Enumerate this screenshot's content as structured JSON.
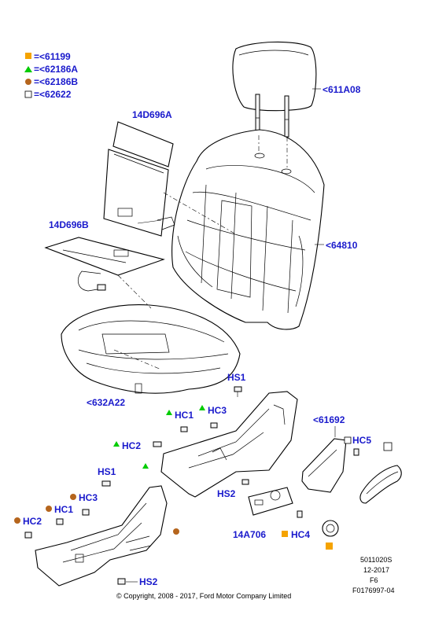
{
  "legend": [
    {
      "marker": "square-orange",
      "text": "=<61199"
    },
    {
      "marker": "triangle-green",
      "text": "=<62186A"
    },
    {
      "marker": "circle-brown",
      "text": "=<62186B"
    },
    {
      "marker": "square-white",
      "text": "=<62622"
    }
  ],
  "labels": {
    "headrest": "<611A08",
    "pad_upper": "14D696A",
    "pad_lower": "14D696B",
    "back_frame": "<64810",
    "cushion": "<632A22",
    "hs1_top": "HS1",
    "hc1_top": "HC1",
    "hc3_top": "HC3",
    "hc2_top": "HC2",
    "shield_right": "<61692",
    "hc5": "HC5",
    "hs2_top": "HS2",
    "bracket": "14A706",
    "hc4": "HC4",
    "hs1_left": "HS1",
    "hc3_left": "HC3",
    "hc1_left": "HC1",
    "hc2_left": "HC2",
    "hs2_bottom": "HS2"
  },
  "footer": {
    "ref_code": "5011020S",
    "date": "12-2017",
    "variant": "F6",
    "figure_id": "F0176997-04",
    "copyright": "© Copyright, 2008 - 2017, Ford Motor Company Limited"
  },
  "colors": {
    "label_blue": "#1a1acc",
    "marker_orange": "#f5a300",
    "marker_green": "#00cc00",
    "marker_brown": "#b5651d"
  }
}
